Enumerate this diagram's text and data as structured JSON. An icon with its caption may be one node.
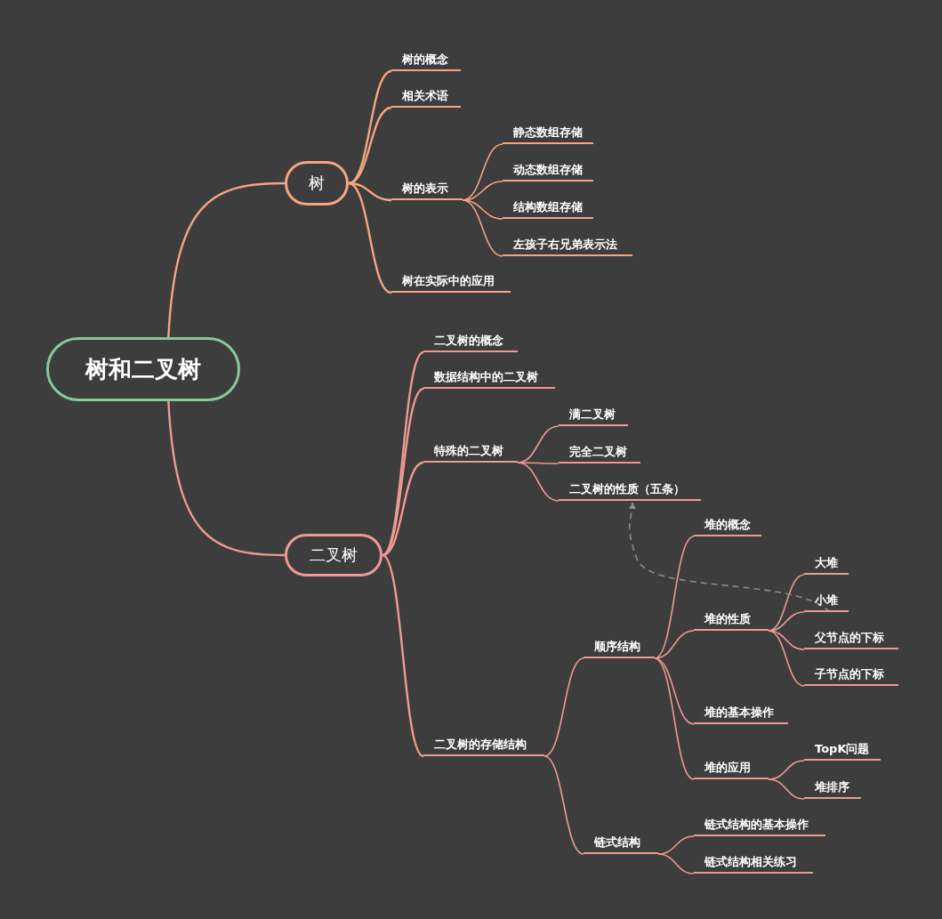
{
  "diagram": {
    "nodes": [
      {
        "text": [
          "树和二叉树"
        ]
      },
      {
        "text": [
          "树"
        ]
      },
      {
        "text": [
          "树的概念"
        ]
      },
      {
        "text": [
          "相关术语"
        ]
      },
      {
        "text": [
          "树的表示"
        ]
      },
      {
        "text": [
          "静态数组存储"
        ]
      },
      {
        "text": [
          "动态数组存储"
        ]
      },
      {
        "text": [
          "结构数组存储"
        ]
      },
      {
        "text": [
          "左孩子右兄弟表示法"
        ]
      },
      {
        "text": [
          "树在实际中的应用"
        ]
      },
      {
        "text": [
          "二叉树"
        ]
      },
      {
        "text": [
          "二叉树的概念"
        ]
      },
      {
        "text": [
          "数据结构中的二叉树"
        ]
      },
      {
        "text": [
          "特殊的二叉树"
        ]
      },
      {
        "text": [
          "满二叉树"
        ]
      },
      {
        "text": [
          "完全二叉树"
        ]
      },
      {
        "text": [
          "二叉树的性质（五条）"
        ]
      },
      {
        "text": [
          "二叉树的存储结构"
        ]
      },
      {
        "text": [
          "顺序结构"
        ]
      },
      {
        "text": [
          "堆的概念"
        ]
      },
      {
        "text": [
          "堆的性质"
        ]
      },
      {
        "text": [
          "大堆"
        ]
      },
      {
        "text": [
          "小堆"
        ]
      },
      {
        "text": [
          "父节点的下标"
        ]
      },
      {
        "text": [
          "子节点的下标"
        ]
      },
      {
        "text": [
          "堆的基本操作"
        ]
      },
      {
        "text": [
          "堆的应用"
        ]
      },
      {
        "text": [
          "TopK问题"
        ]
      },
      {
        "text": [
          "堆排序"
        ]
      },
      {
        "text": [
          "链式结构"
        ]
      },
      {
        "text": [
          "链式结构的基本操作"
        ]
      },
      {
        "text": [
          "链式结构相关练习"
        ]
      }
    ],
    "edges": [
      {
        "from": 0,
        "to": 1,
        "arrow": "none",
        "color": "#f5a57f"
      },
      {
        "from": 1,
        "to": 2,
        "arrow": "none",
        "color": "#f5a57f"
      },
      {
        "from": 1,
        "to": 3,
        "arrow": "none",
        "color": "#f5a57f"
      },
      {
        "from": 1,
        "to": 4,
        "arrow": "none",
        "color": "#f5a57f"
      },
      {
        "from": 1,
        "to": 9,
        "arrow": "none",
        "color": "#f5a57f"
      },
      {
        "from": 4,
        "to": 5,
        "arrow": "none",
        "color": "#f5a57f"
      },
      {
        "from": 4,
        "to": 6,
        "arrow": "none",
        "color": "#f5a57f"
      },
      {
        "from": 4,
        "to": 7,
        "arrow": "none",
        "color": "#f5a57f"
      },
      {
        "from": 4,
        "to": 8,
        "arrow": "none",
        "color": "#f5a57f"
      },
      {
        "from": 0,
        "to": 10,
        "arrow": "none"
      },
      {
        "from": 10,
        "to": 11,
        "arrow": "none"
      },
      {
        "from": 10,
        "to": 12,
        "arrow": "none"
      },
      {
        "from": 10,
        "to": 13,
        "arrow": "none"
      },
      {
        "from": 10,
        "to": 17,
        "arrow": "none"
      },
      {
        "from": 13,
        "to": 14,
        "arrow": "none"
      },
      {
        "from": 13,
        "to": 15,
        "arrow": "none"
      },
      {
        "from": 13,
        "to": 16,
        "arrow": "none"
      },
      {
        "from": 17,
        "to": 18,
        "arrow": "none"
      },
      {
        "from": 17,
        "to": 29,
        "arrow": "none"
      },
      {
        "from": 18,
        "to": 19,
        "arrow": "none"
      },
      {
        "from": 18,
        "to": 20,
        "arrow": "none"
      },
      {
        "from": 18,
        "to": 25,
        "arrow": "none"
      },
      {
        "from": 18,
        "to": 26,
        "arrow": "none"
      },
      {
        "from": 20,
        "to": 21,
        "arrow": "none"
      },
      {
        "from": 20,
        "to": 22,
        "arrow": "none"
      },
      {
        "from": 20,
        "to": 23,
        "arrow": "none"
      },
      {
        "from": 20,
        "to": 24,
        "arrow": "none"
      },
      {
        "from": 26,
        "to": 27,
        "arrow": "none"
      },
      {
        "from": 26,
        "to": 28,
        "arrow": "none"
      },
      {
        "from": 29,
        "to": 30,
        "arrow": "none"
      },
      {
        "from": 29,
        "to": 31,
        "arrow": "none"
      },
      {
        "from": 22,
        "to": 16,
        "arrow": "to",
        "style": "dashed",
        "color": "#8c8c8c"
      }
    ]
  }
}
